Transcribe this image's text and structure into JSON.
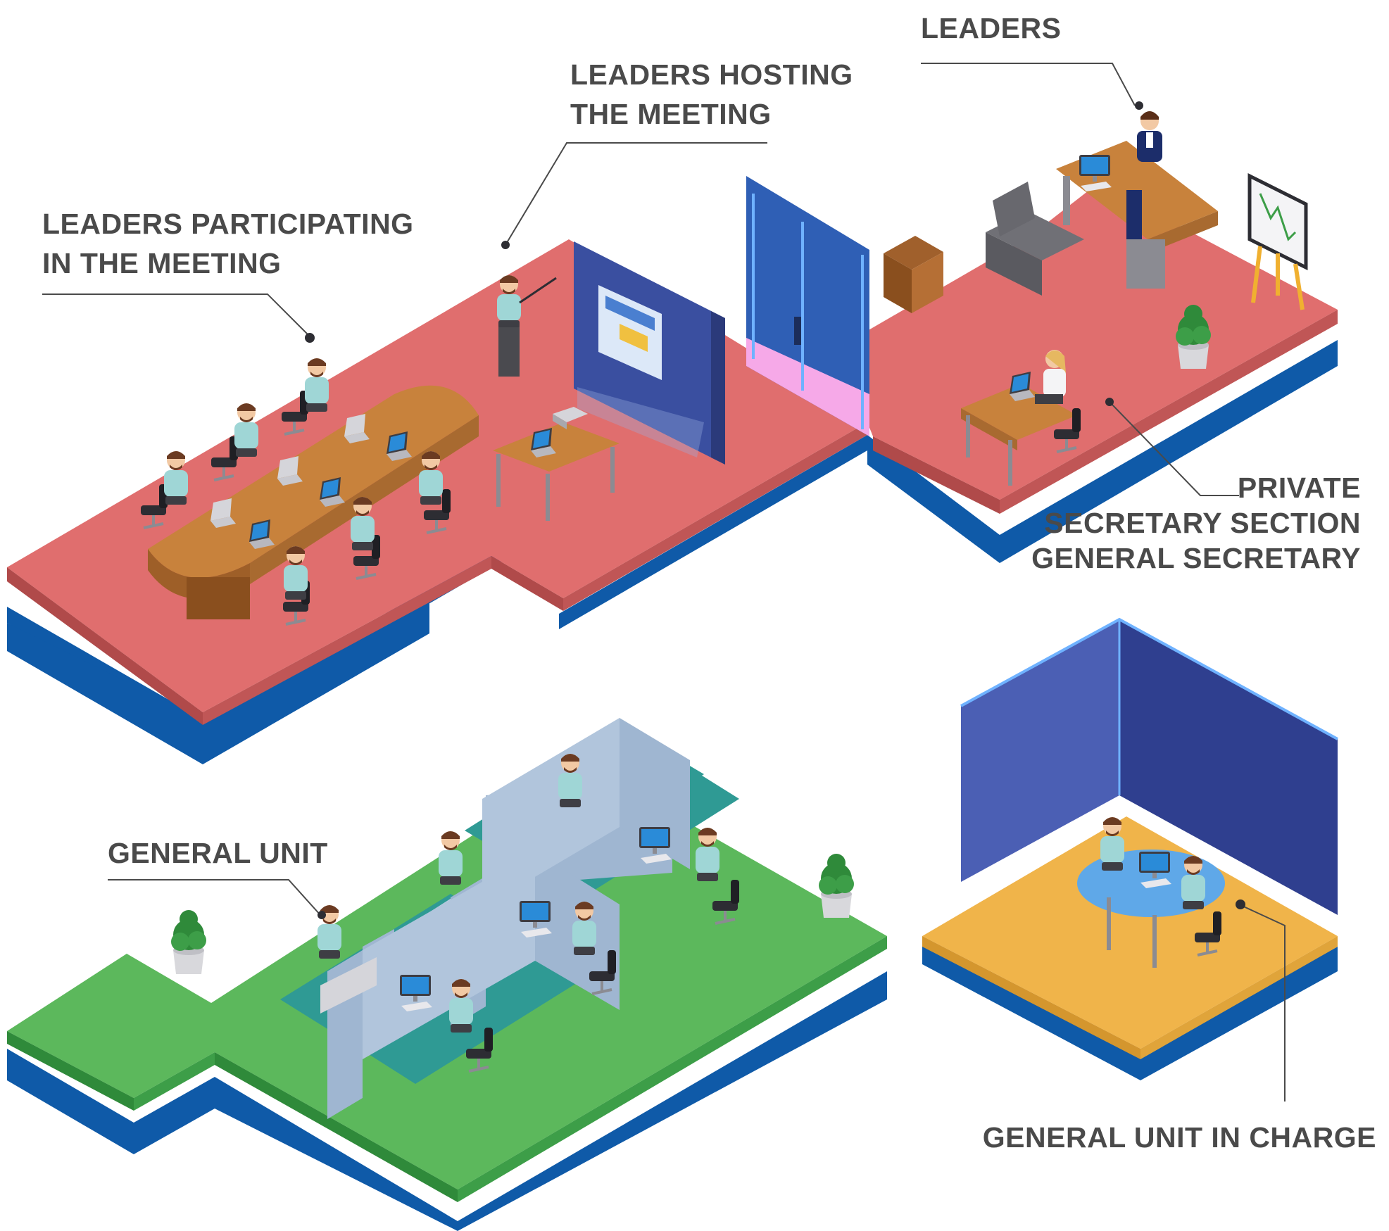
{
  "colors": {
    "meeting_floor": "#e06e6e",
    "meeting_edge": "#b04a4a",
    "base_blue": "#0f5aa8",
    "general_floor": "#5cb85c",
    "general_edge": "#2f8a3a",
    "charge_floor": "#f0b44a",
    "wall_blue": "#3a4fa0",
    "door_blue": "#2f5fb5",
    "text": "#4a4a4a"
  },
  "labels": {
    "leaders": "LEADERS",
    "hosting": [
      "LEADERS HOSTING",
      "THE MEETING"
    ],
    "participating": [
      "LEADERS PARTICIPATING",
      "IN THE MEETING"
    ],
    "secretary": [
      "PRIVATE",
      "SECRETARY SECTION",
      "GENERAL SECRETARY"
    ],
    "general_unit": "GENERAL UNIT",
    "general_unit_in_charge": "GENERAL UNIT IN CHARGE"
  },
  "icons": [
    "person-icon",
    "laptop-icon",
    "monitor-icon",
    "plant-icon",
    "chair-icon",
    "flipchart-icon",
    "projector-icon",
    "cabinet-icon",
    "armchair-icon"
  ]
}
